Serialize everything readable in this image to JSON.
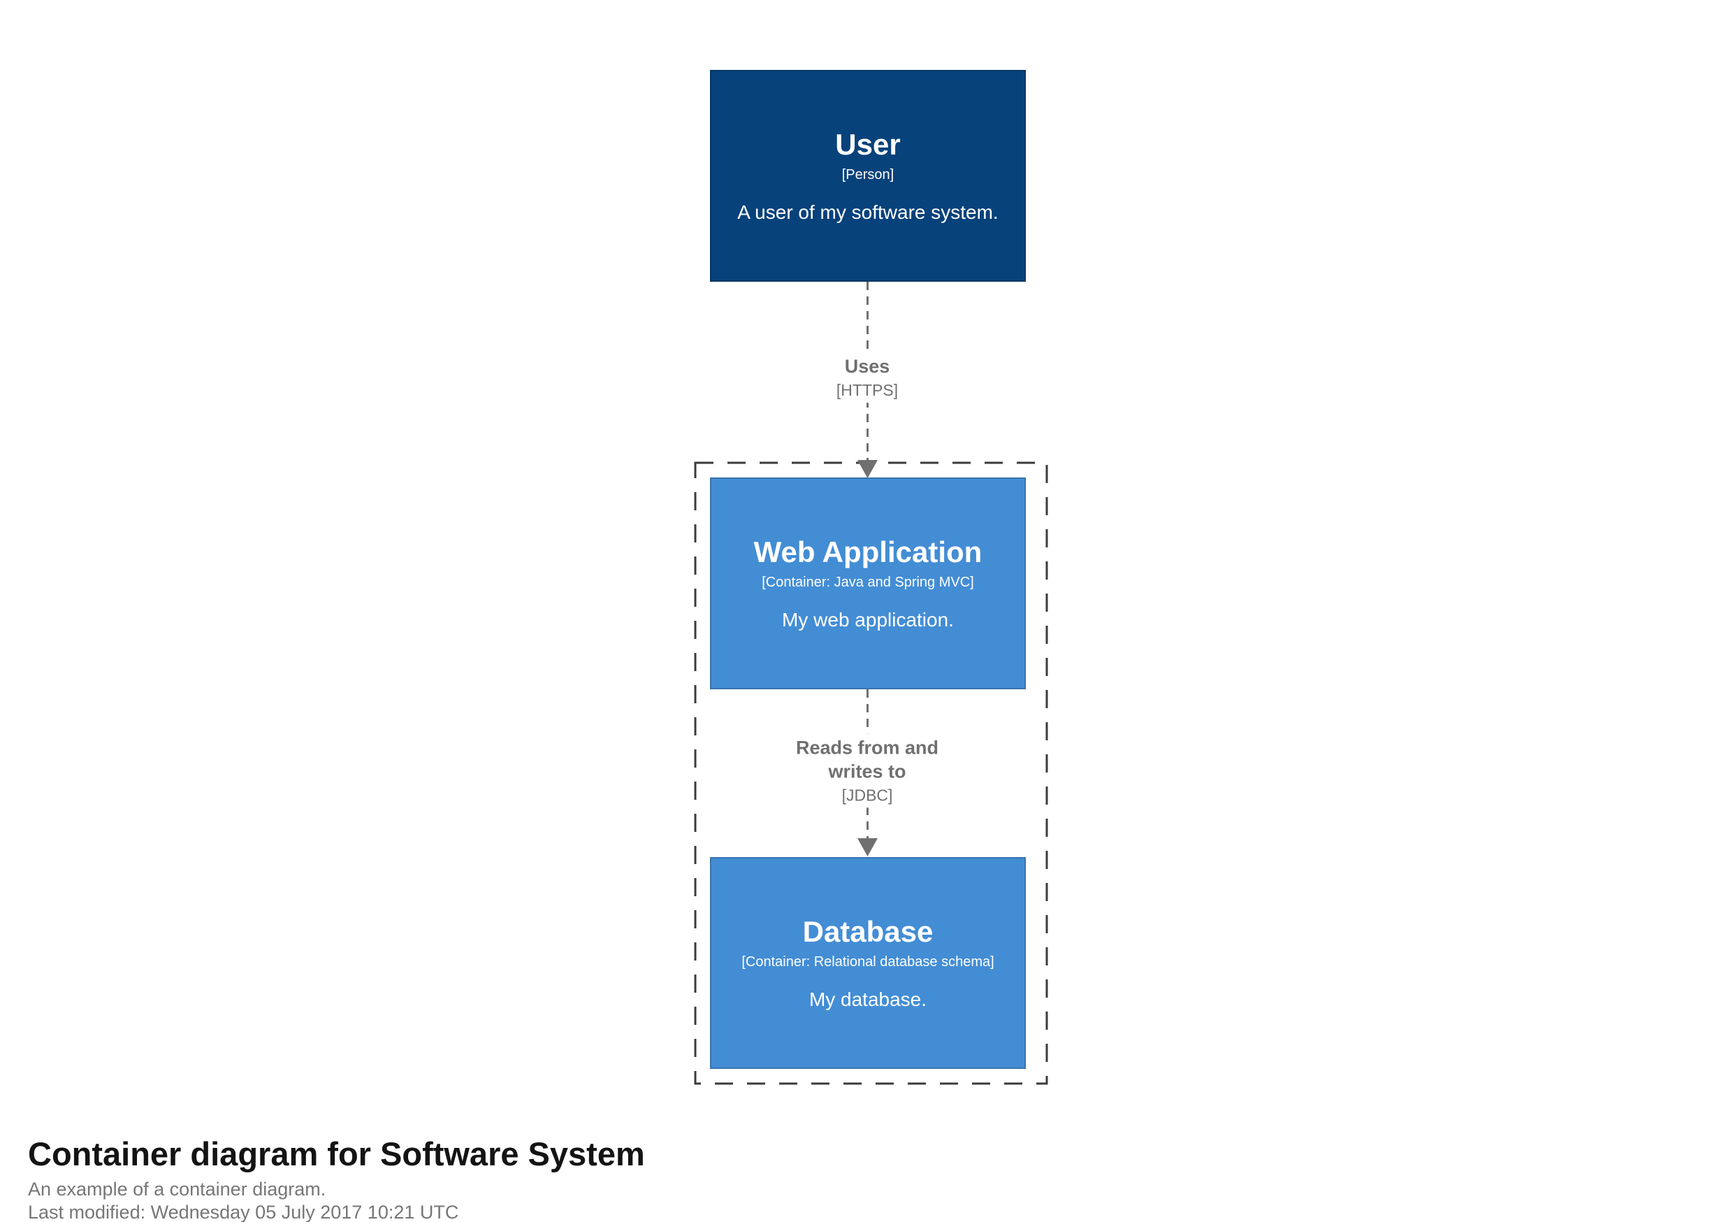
{
  "diagram": {
    "nodes": [
      {
        "name": "User",
        "meta": "[Person]",
        "description": "A user of my software system.",
        "bg": "#08427b"
      },
      {
        "name": "Web Application",
        "meta": "[Container: Java and Spring MVC]",
        "description": "My web application.",
        "bg": "#438dd5"
      },
      {
        "name": "Database",
        "meta": "[Container: Relational database schema]",
        "description": "My database.",
        "bg": "#438dd5"
      }
    ],
    "relationships": [
      {
        "label": "Uses",
        "technology": "[HTTPS]"
      },
      {
        "label": "Reads from and writes to",
        "technology": "[JDBC]"
      }
    ],
    "colors": {
      "person_bg": "#08427b",
      "container_bg": "#438dd5",
      "relationship": "#707070",
      "boundary": "#3b3b3b",
      "node_text": "#ffffff",
      "title_text": "#141414",
      "subtitle_text": "#767676"
    }
  },
  "footer": {
    "title": "Container diagram for Software System",
    "subtitle": "An example of a container diagram.",
    "last_modified": "Last modified: Wednesday 05 July 2017 10:21 UTC"
  }
}
